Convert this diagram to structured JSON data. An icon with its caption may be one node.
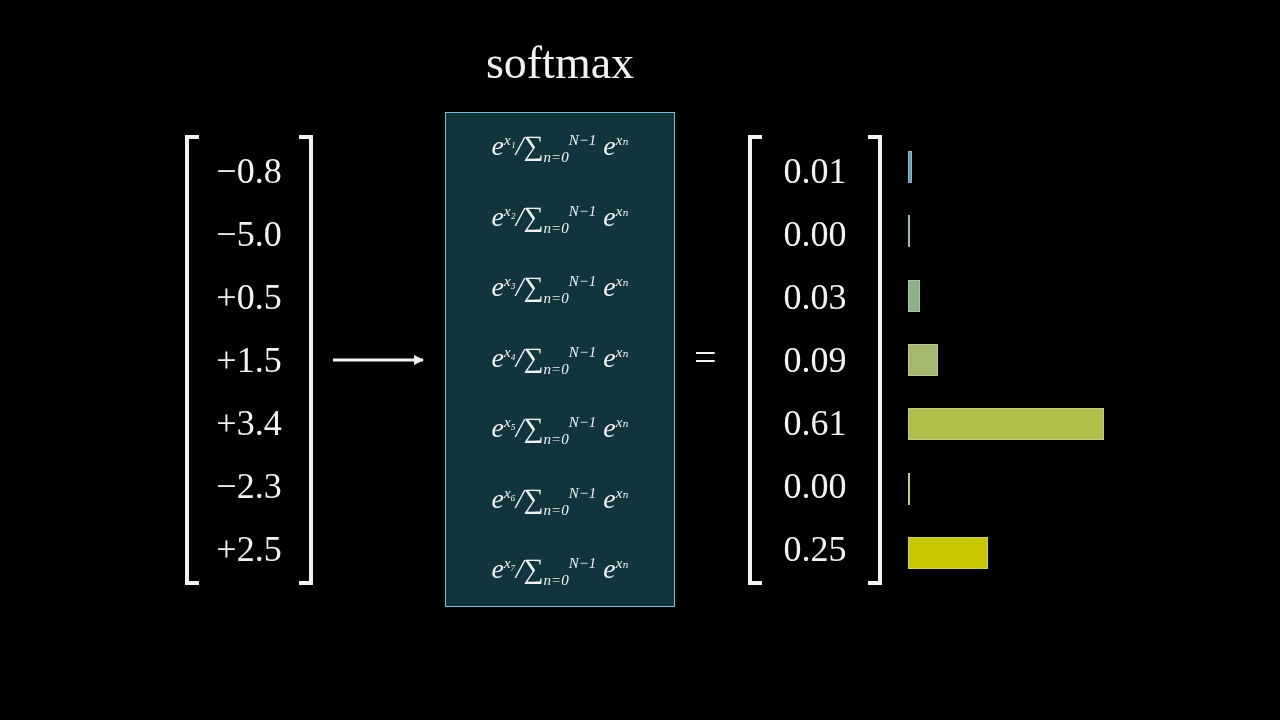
{
  "diagram": {
    "nodes": [
      {
        "text": [
          "−0.8",
          "−5.0",
          "+0.5",
          "+1.5",
          "+3.4",
          "−2.3",
          "+2.5"
        ]
      },
      {
        "text": [
          "softmax",
          "e$^{x₁}$/∑$_{n=0}$$^{N−1}$ e$^{xₙ}$",
          "e$^{x₂}$/∑$_{n=0}$$^{N−1}$ e$^{xₙ}$",
          "e$^{x₃}$/∑$_{n=0}$$^{N−1}$ e$^{xₙ}$",
          "e$^{x₄}$/∑$_{n=0}$$^{N−1}$ e$^{xₙ}$",
          "e$^{x₅}$/∑$_{n=0}$$^{N−1}$ e$^{xₙ}$",
          "e$^{x₆}$/∑$_{n=0}$$^{N−1}$ e$^{xₙ}$",
          "e$^{x₇}$/∑$_{n=0}$$^{N−1}$ e$^{xₙ}$"
        ]
      },
      {
        "text": [
          "0.01",
          "0.00",
          "0.03",
          "0.09",
          "0.61",
          "0.00",
          "0.25"
        ]
      },
      {
        "text": [],
        "shape": "bar"
      },
      {
        "text": [],
        "shape": "bar"
      },
      {
        "text": [],
        "shape": "bar"
      },
      {
        "text": [],
        "shape": "bar"
      },
      {
        "text": [],
        "shape": "bar"
      },
      {
        "text": [],
        "shape": "bar"
      },
      {
        "text": [],
        "shape": "bar"
      }
    ],
    "edges": [
      {
        "from": 0,
        "to": 1,
        "arrow": "to"
      }
    ],
    "labels": [
      "="
    ]
  }
}
